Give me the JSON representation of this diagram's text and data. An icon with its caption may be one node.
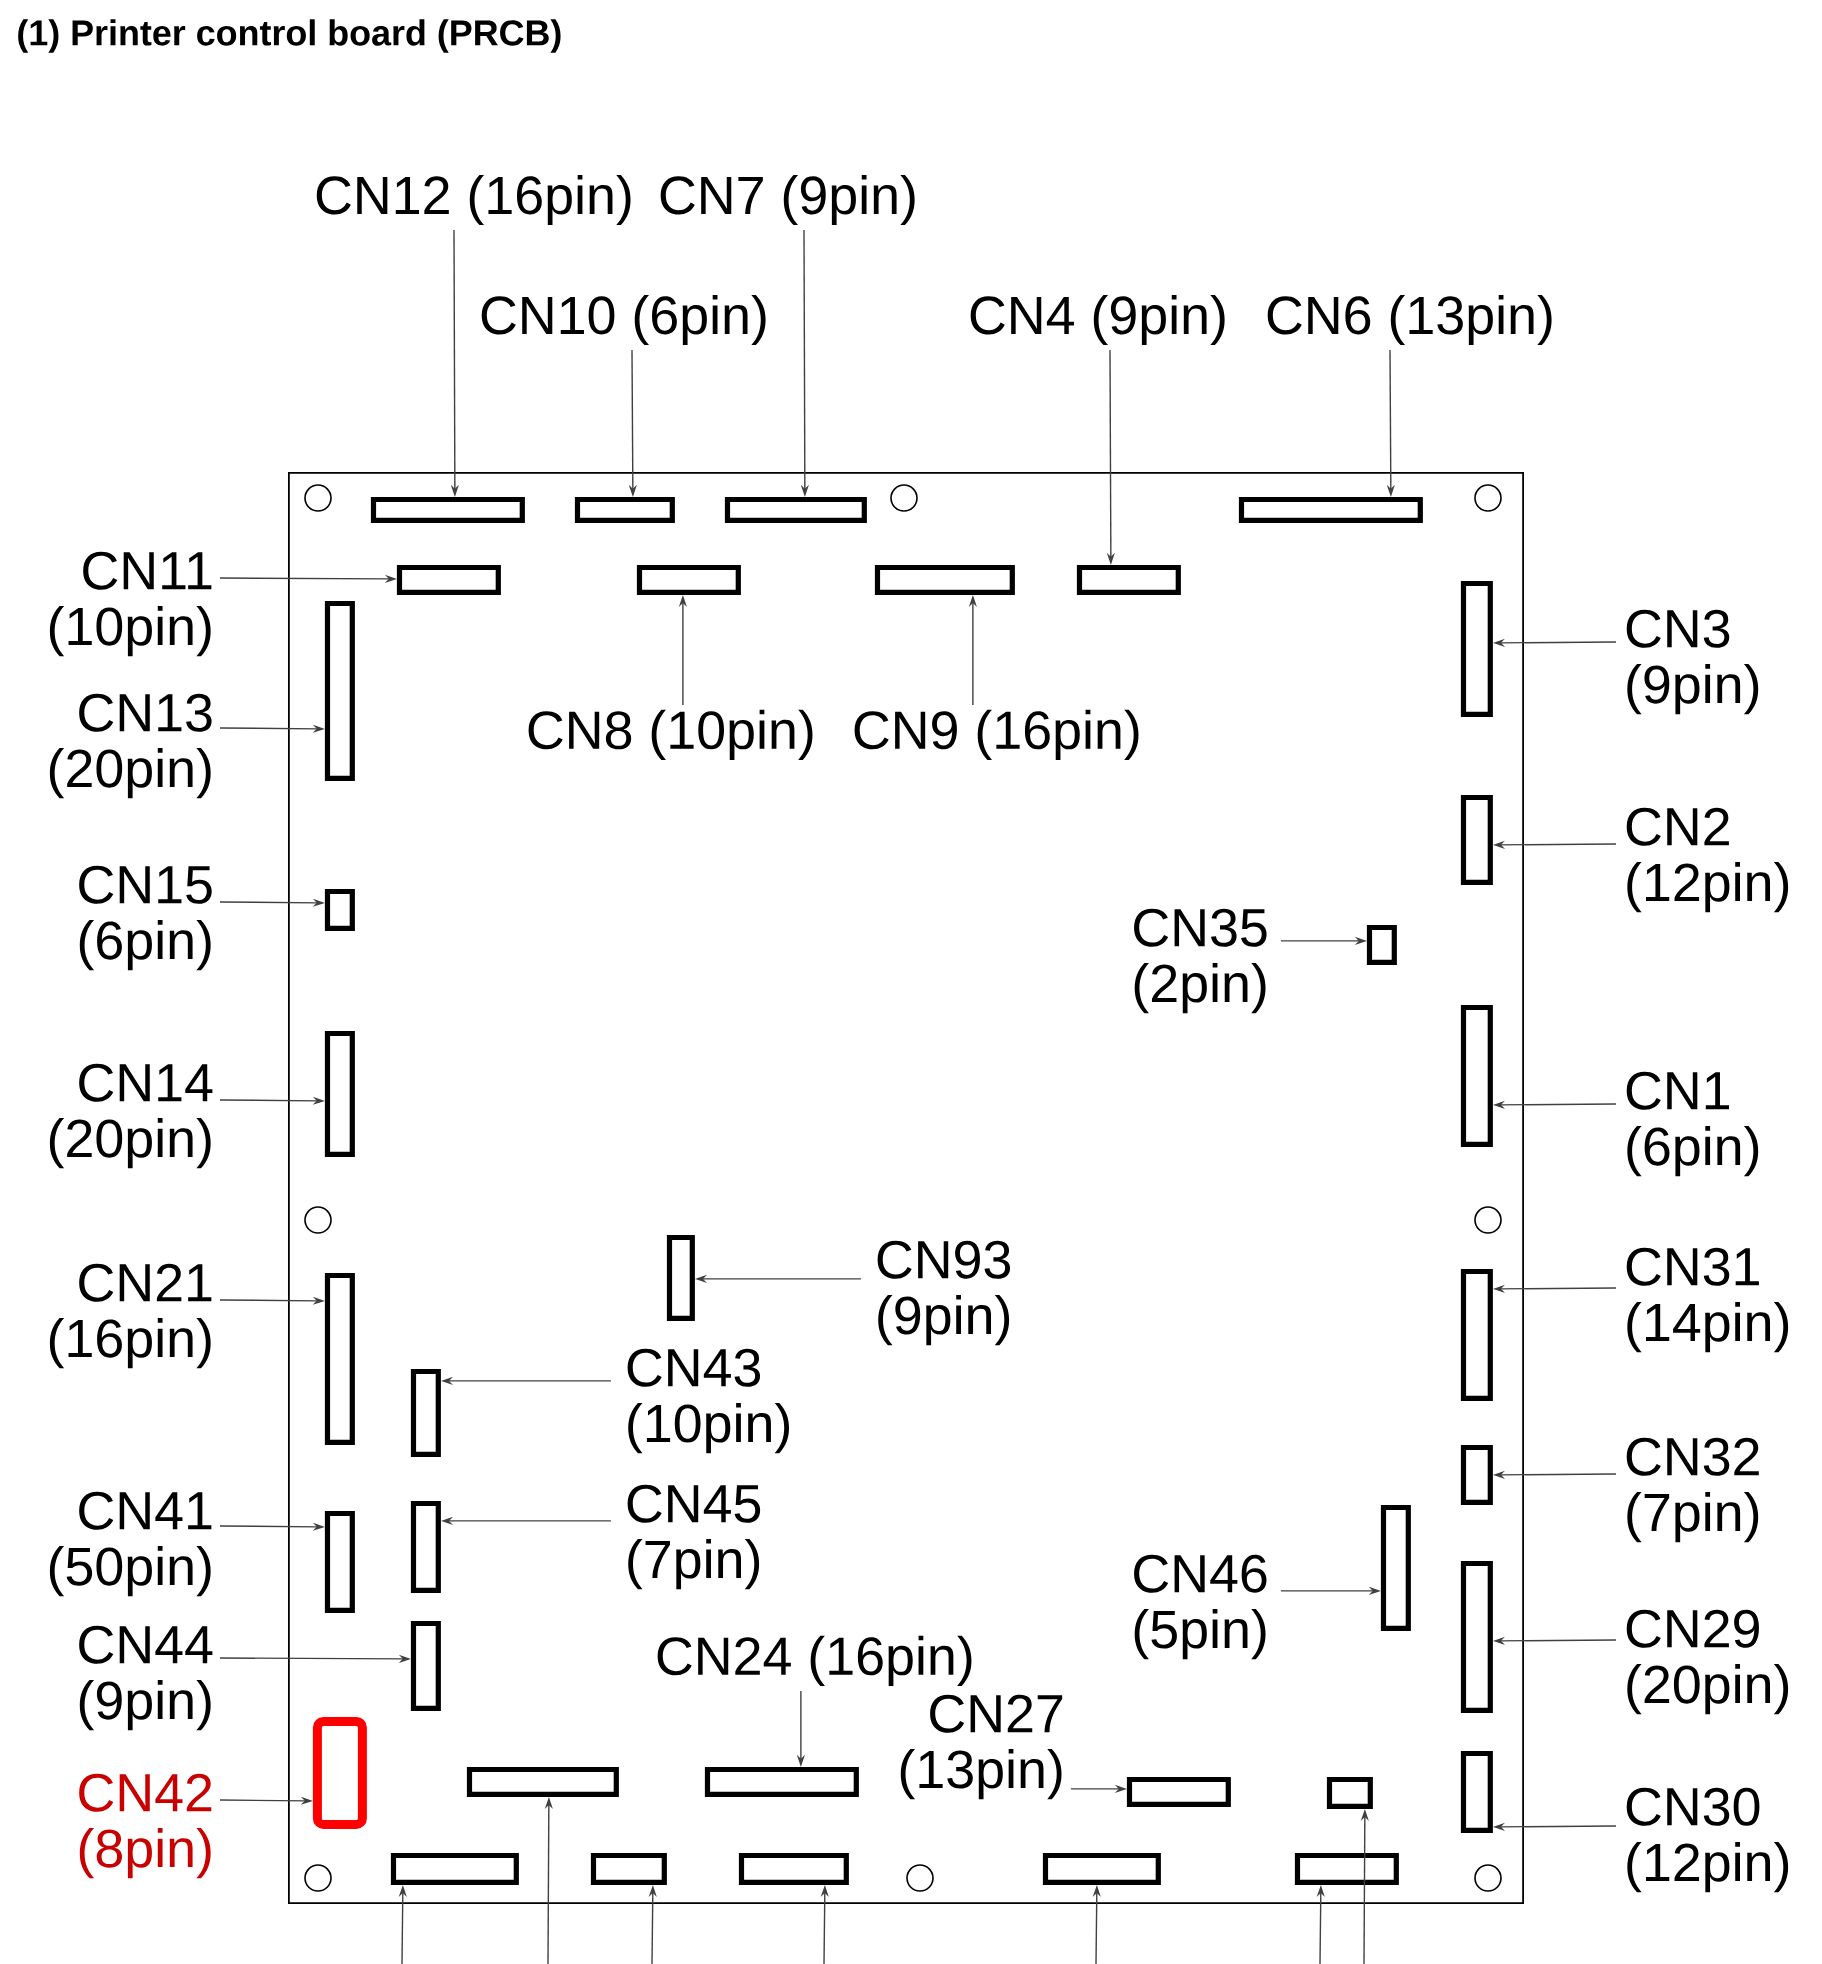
{
  "diagram": {
    "title": "(1)   Printer control board (PRCB)",
    "nodes": [
      {
        "text": [],
        "shape": "box"
      },
      {
        "text": [
          "CN12 (16pin)"
        ]
      },
      {
        "text": [],
        "shape": "box",
        "in": 0
      },
      {
        "text": [
          "CN7 (9pin)"
        ]
      },
      {
        "text": [],
        "shape": "box",
        "in": 0
      },
      {
        "text": [
          "CN10 (6pin)"
        ]
      },
      {
        "text": [],
        "shape": "box",
        "in": 0
      },
      {
        "text": [
          "CN4 (9pin)"
        ]
      },
      {
        "text": [],
        "shape": "box",
        "in": 0
      },
      {
        "text": [
          "CN6 (13pin)"
        ]
      },
      {
        "text": [],
        "shape": "box",
        "in": 0
      },
      {
        "text": [
          "CN11 (10pin)"
        ]
      },
      {
        "text": [],
        "shape": "box",
        "in": 0
      },
      {
        "text": [
          "CN8 (10pin)"
        ],
        "in": 0
      },
      {
        "text": [],
        "shape": "box",
        "in": 0
      },
      {
        "text": [
          "CN9 (16pin)"
        ],
        "in": 0
      },
      {
        "text": [],
        "shape": "box",
        "in": 0
      },
      {
        "text": [
          "CN3 (9pin)"
        ]
      },
      {
        "text": [],
        "shape": "box",
        "in": 0
      },
      {
        "text": [
          "CN13 (20pin)"
        ]
      },
      {
        "text": [],
        "shape": "box",
        "in": 0
      },
      {
        "text": [
          "CN2 (12pin)"
        ]
      },
      {
        "text": [],
        "shape": "box",
        "in": 0
      },
      {
        "text": [
          "CN15 (6pin)"
        ]
      },
      {
        "text": [],
        "shape": "box",
        "in": 0
      },
      {
        "text": [
          "CN35 (2pin)"
        ],
        "in": 0
      },
      {
        "text": [],
        "shape": "box",
        "in": 0
      },
      {
        "text": [
          "CN14 (20pin)"
        ]
      },
      {
        "text": [],
        "shape": "box",
        "in": 0
      },
      {
        "text": [
          "CN1 (6pin)"
        ]
      },
      {
        "text": [],
        "shape": "box",
        "in": 0
      },
      {
        "text": [
          "CN93 (9pin)"
        ],
        "in": 0
      },
      {
        "text": [],
        "shape": "box",
        "in": 0
      },
      {
        "text": [
          "CN21 (16pin)"
        ]
      },
      {
        "text": [],
        "shape": "box",
        "in": 0
      },
      {
        "text": [
          "CN31 (14pin)"
        ]
      },
      {
        "text": [],
        "shape": "box",
        "in": 0
      },
      {
        "text": [
          "CN43 (10pin)"
        ],
        "in": 0
      },
      {
        "text": [],
        "shape": "box",
        "in": 0
      },
      {
        "text": [
          "CN32 (7pin)"
        ]
      },
      {
        "text": [],
        "shape": "box",
        "in": 0
      },
      {
        "text": [
          "CN45 (7pin)"
        ],
        "in": 0
      },
      {
        "text": [],
        "shape": "box",
        "in": 0
      },
      {
        "text": [
          "CN41 (50pin)"
        ]
      },
      {
        "text": [],
        "shape": "box",
        "in": 0
      },
      {
        "text": [
          "CN46 (5pin)"
        ],
        "in": 0
      },
      {
        "text": [],
        "shape": "box",
        "in": 0
      },
      {
        "text": [
          "CN29 (20pin)"
        ]
      },
      {
        "text": [],
        "shape": "box",
        "in": 0
      },
      {
        "text": [
          "CN44 (9pin)"
        ]
      },
      {
        "text": [],
        "shape": "box",
        "in": 0
      },
      {
        "text": [
          "CN24 (16pin)"
        ],
        "in": 0
      },
      {
        "text": [],
        "shape": "box",
        "in": 0
      },
      {
        "text": [
          "CN27 (13pin)"
        ],
        "in": 0
      },
      {
        "text": [],
        "shape": "box",
        "in": 0
      },
      {
        "text": [
          "CN42 (8pin)"
        ]
      },
      {
        "text": [],
        "shape": "box",
        "in": 0
      },
      {
        "text": [
          "CN30 (12pin)"
        ]
      },
      {
        "text": [],
        "shape": "box",
        "in": 0
      },
      {
        "text": [],
        "shape": "box",
        "in": 0
      },
      {
        "text": [],
        "shape": "box",
        "in": 0
      },
      {
        "text": [],
        "shape": "box",
        "in": 0
      },
      {
        "text": [],
        "shape": "box",
        "in": 0
      },
      {
        "text": [],
        "shape": "box",
        "in": 0
      },
      {
        "text": [],
        "shape": "box",
        "in": 0
      },
      {
        "text": [],
        "shape": "box",
        "in": 0
      }
    ],
    "edges": [
      {
        "from": 1,
        "to": 2,
        "arrow": "to"
      },
      {
        "from": 3,
        "to": 4,
        "arrow": "to"
      },
      {
        "from": 5,
        "to": 6,
        "arrow": "to"
      },
      {
        "from": 7,
        "to": 8,
        "arrow": "to"
      },
      {
        "from": 9,
        "to": 10,
        "arrow": "to"
      },
      {
        "from": 11,
        "to": 12,
        "arrow": "to"
      },
      {
        "from": 13,
        "to": 14,
        "arrow": "to"
      },
      {
        "from": 15,
        "to": 16,
        "arrow": "to"
      },
      {
        "from": 17,
        "to": 18,
        "arrow": "to"
      },
      {
        "from": 19,
        "to": 20,
        "arrow": "to"
      },
      {
        "from": 21,
        "to": 22,
        "arrow": "to"
      },
      {
        "from": 23,
        "to": 24,
        "arrow": "to"
      },
      {
        "from": 25,
        "to": 26,
        "arrow": "to"
      },
      {
        "from": 27,
        "to": 28,
        "arrow": "to"
      },
      {
        "from": 29,
        "to": 30,
        "arrow": "to"
      },
      {
        "from": 31,
        "to": 32,
        "arrow": "to"
      },
      {
        "from": 33,
        "to": 34,
        "arrow": "to"
      },
      {
        "from": 35,
        "to": 36,
        "arrow": "to"
      },
      {
        "from": 37,
        "to": 38,
        "arrow": "to"
      },
      {
        "from": 39,
        "to": 40,
        "arrow": "to"
      },
      {
        "from": 41,
        "to": 42,
        "arrow": "to"
      },
      {
        "from": 43,
        "to": 44,
        "arrow": "to"
      },
      {
        "from": 45,
        "to": 46,
        "arrow": "to"
      },
      {
        "from": 47,
        "to": 48,
        "arrow": "to"
      },
      {
        "from": 49,
        "to": 50,
        "arrow": "to"
      },
      {
        "from": 51,
        "to": 52,
        "arrow": "to"
      },
      {
        "from": 53,
        "to": 54,
        "arrow": "to"
      },
      {
        "from": 55,
        "to": 56,
        "arrow": "to"
      },
      {
        "from": 57,
        "to": 58,
        "arrow": "to"
      },
      {
        "from": null,
        "to": 61,
        "arrow": "to"
      },
      {
        "from": null,
        "to": 59,
        "arrow": "to"
      },
      {
        "from": null,
        "to": 62,
        "arrow": "to"
      },
      {
        "from": null,
        "to": 63,
        "arrow": "to"
      },
      {
        "from": null,
        "to": 64,
        "arrow": "to"
      },
      {
        "from": null,
        "to": 65,
        "arrow": "to"
      },
      {
        "from": null,
        "to": 60,
        "arrow": "to"
      }
    ]
  }
}
